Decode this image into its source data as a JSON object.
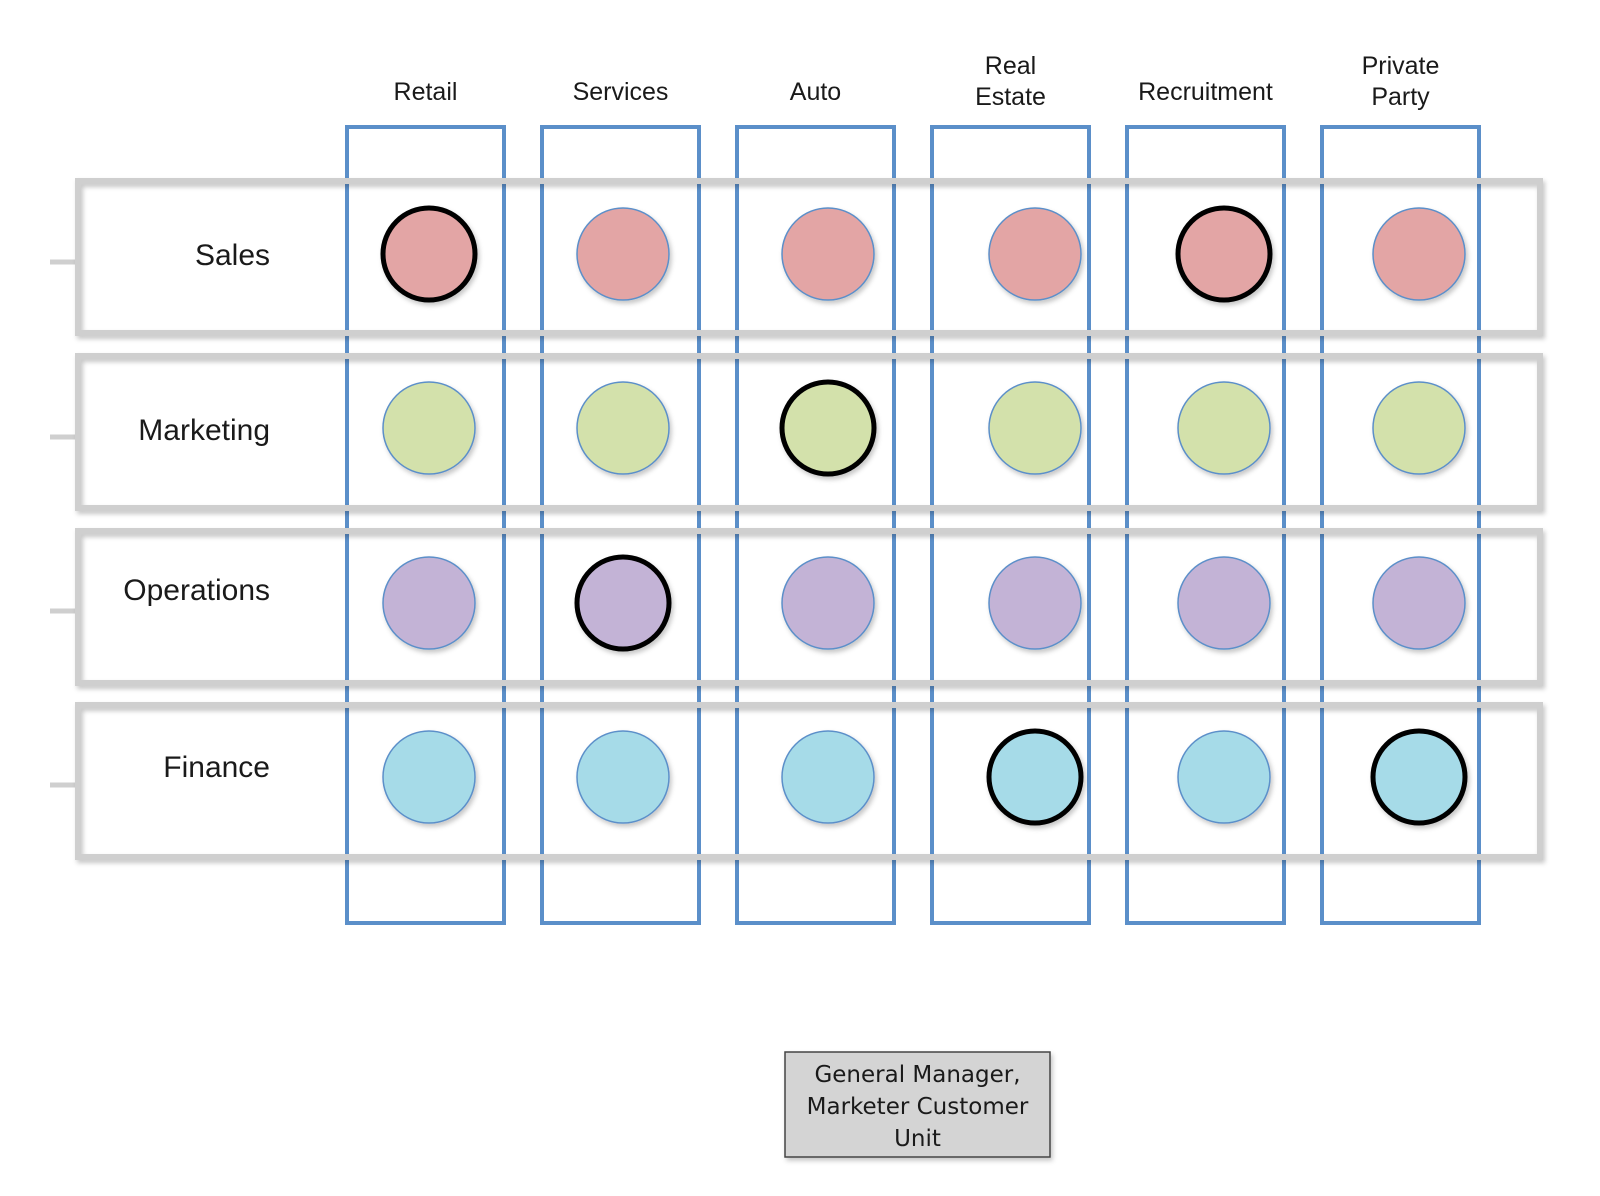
{
  "columns": [
    {
      "id": "retail",
      "label_lines": [
        "Retail"
      ]
    },
    {
      "id": "services",
      "label_lines": [
        "Services"
      ]
    },
    {
      "id": "auto",
      "label_lines": [
        "Auto"
      ]
    },
    {
      "id": "real-estate",
      "label_lines": [
        "Real",
        "Estate"
      ]
    },
    {
      "id": "recruitment",
      "label_lines": [
        "Recruitment"
      ]
    },
    {
      "id": "private-party",
      "label_lines": [
        "Private",
        "Party"
      ]
    }
  ],
  "rows": [
    {
      "id": "sales",
      "label": "Sales",
      "color": "#e3a5a5",
      "highlighted_columns": [
        "retail",
        "recruitment"
      ]
    },
    {
      "id": "marketing",
      "label": "Marketing",
      "color": "#d3e1ab",
      "highlighted_columns": [
        "auto"
      ]
    },
    {
      "id": "operations",
      "label": "Operations",
      "color": "#c3b3d6",
      "highlighted_columns": [
        "services"
      ]
    },
    {
      "id": "finance",
      "label": "Finance",
      "color": "#a6dbe8",
      "highlighted_columns": [
        "real-estate",
        "private-party"
      ]
    }
  ],
  "general_manager_box": {
    "lines": [
      "General Manager,",
      "Marketer Customer",
      "Unit"
    ]
  },
  "colors": {
    "column_border": "#5b8fc9",
    "row_border": "#cfcfcf",
    "circle_outline": "#5b8fc9",
    "highlight_outline": "#000000",
    "connector": "#cfcfcf",
    "gm_box_fill": "#d4d4d4",
    "gm_box_border": "#444444"
  }
}
